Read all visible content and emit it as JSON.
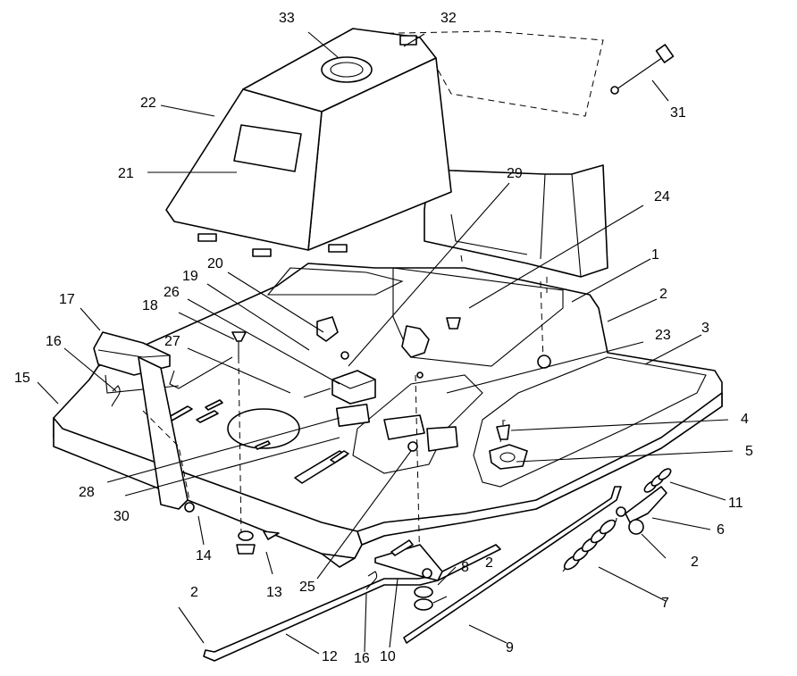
{
  "diagram": {
    "callouts": [
      {
        "id": "c33",
        "label": "33"
      },
      {
        "id": "c32",
        "label": "32"
      },
      {
        "id": "c31",
        "label": "31"
      },
      {
        "id": "c22",
        "label": "22"
      },
      {
        "id": "c21",
        "label": "21"
      },
      {
        "id": "c29",
        "label": "29"
      },
      {
        "id": "c24",
        "label": "24"
      },
      {
        "id": "c1",
        "label": "1"
      },
      {
        "id": "c20",
        "label": "20"
      },
      {
        "id": "c19",
        "label": "19"
      },
      {
        "id": "c26",
        "label": "26"
      },
      {
        "id": "c17",
        "label": "17"
      },
      {
        "id": "c18",
        "label": "18"
      },
      {
        "id": "c2a",
        "label": "2"
      },
      {
        "id": "c3",
        "label": "3"
      },
      {
        "id": "c23",
        "label": "23"
      },
      {
        "id": "c16a",
        "label": "16"
      },
      {
        "id": "c27",
        "label": "27"
      },
      {
        "id": "c15",
        "label": "15"
      },
      {
        "id": "c4",
        "label": "4"
      },
      {
        "id": "c5",
        "label": "5"
      },
      {
        "id": "c28",
        "label": "28"
      },
      {
        "id": "c11",
        "label": "11"
      },
      {
        "id": "c30",
        "label": "30"
      },
      {
        "id": "c6",
        "label": "6"
      },
      {
        "id": "c14",
        "label": "14"
      },
      {
        "id": "c2b",
        "label": "2"
      },
      {
        "id": "c8",
        "label": "8"
      },
      {
        "id": "c2c",
        "label": "2"
      },
      {
        "id": "c2d",
        "label": "2"
      },
      {
        "id": "c13",
        "label": "13"
      },
      {
        "id": "c25",
        "label": "25"
      },
      {
        "id": "c7",
        "label": "7"
      },
      {
        "id": "c9",
        "label": "9"
      },
      {
        "id": "c12",
        "label": "12"
      },
      {
        "id": "c16b",
        "label": "16"
      },
      {
        "id": "c10",
        "label": "10"
      }
    ]
  }
}
